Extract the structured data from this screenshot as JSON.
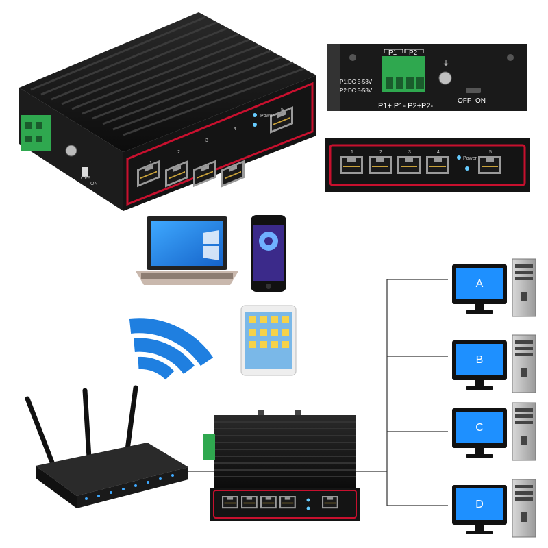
{
  "switch_top": {
    "power_label": "Power",
    "port_numbers": [
      "1",
      "2",
      "3",
      "4",
      "5"
    ],
    "switch_off_label": "OFF",
    "switch_on_label": "ON"
  },
  "power_panel": {
    "terminal_top_p1": "P1",
    "terminal_top_p2": "P2",
    "dc_line_1": "P1:DC 5-58V",
    "dc_line_2": "P2:DC 5-58V",
    "terminal_bottom": "P1+ P1-  P2+P2-",
    "off_label": "OFF",
    "on_label": "ON"
  },
  "front_panel": {
    "port_numbers": [
      "1",
      "2",
      "3",
      "4",
      "5"
    ],
    "power_label": "Power"
  },
  "computers": [
    {
      "label": "A"
    },
    {
      "label": "B"
    },
    {
      "label": "C"
    },
    {
      "label": "D"
    }
  ],
  "colors": {
    "wifi": "#1f7fe0",
    "switch_body": "#151515",
    "accent_red": "#c8102e",
    "terminal_green": "#2fa84f",
    "screen_blue": "#1e90ff"
  }
}
